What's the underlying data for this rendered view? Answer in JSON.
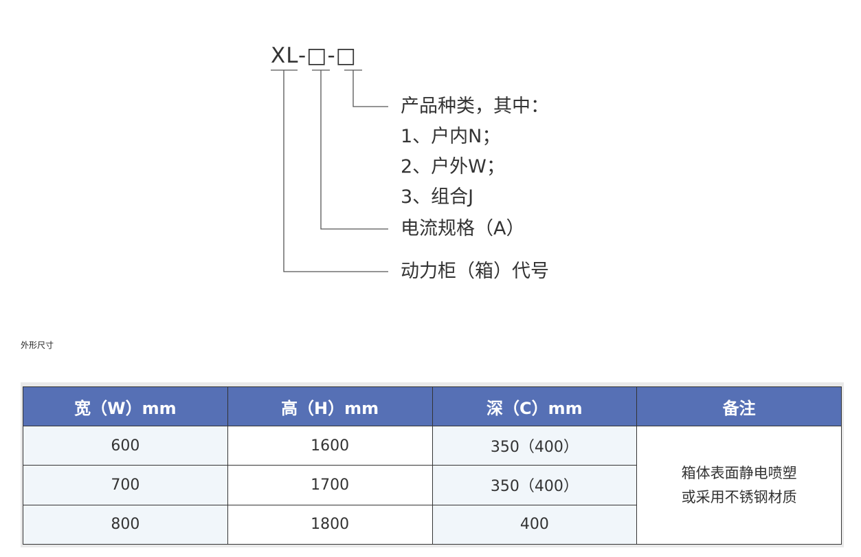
{
  "diagram": {
    "model_code": "XL-□-□",
    "labels": [
      "产品种类，其中：",
      "1、户内N；",
      "2、户外W；",
      "3、组合J",
      "电流规格（A）",
      "动力柜（箱）代号"
    ]
  },
  "section_title": "外形尺寸",
  "table": {
    "headers": [
      "宽（W）mm",
      "高（H）mm",
      "深（C）mm",
      "备注"
    ],
    "rows": [
      [
        "600",
        "1600",
        "350（400）"
      ],
      [
        "700",
        "1700",
        "350（400）"
      ],
      [
        "800",
        "1800",
        "400"
      ]
    ],
    "note_lines": [
      "箱体表面静电喷塑",
      "或采用不锈钢材质"
    ]
  },
  "colors": {
    "header_bg": "#5670b5",
    "header_text": "#ffffff",
    "shaded_cell": "#f1f6fa",
    "table_frame": "#e9e9e9"
  }
}
